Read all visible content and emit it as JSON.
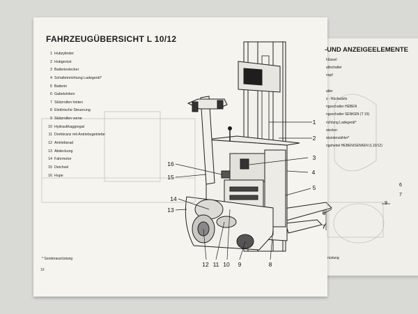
{
  "left_page": {
    "title": "FAHRZEUGÜBERSICHT L 10/12",
    "legend": [
      {
        "n": "1",
        "label": "Hubzylinder"
      },
      {
        "n": "2",
        "label": "Hubgerüst"
      },
      {
        "n": "3",
        "label": "Batteriestecker"
      },
      {
        "n": "4",
        "label": "Schalteinrichtung Ladegerät*"
      },
      {
        "n": "5",
        "label": "Batterie"
      },
      {
        "n": "6",
        "label": "Gabelzinken"
      },
      {
        "n": "7",
        "label": "Stützrollen hinten"
      },
      {
        "n": "8",
        "label": "Elektrische Steuerung"
      },
      {
        "n": "9",
        "label": "Stützrollen vorne"
      },
      {
        "n": "10",
        "label": "Hydraulikaggregat"
      },
      {
        "n": "11",
        "label": "Drehkranz mit Antriebsgetriebe"
      },
      {
        "n": "12",
        "label": "Antriebsrad"
      },
      {
        "n": "13",
        "label": "Abdeckung"
      },
      {
        "n": "14",
        "label": "Fahrmotor"
      },
      {
        "n": "15",
        "label": "Deichsel"
      },
      {
        "n": "16",
        "label": "Hupe"
      }
    ],
    "footnote": "* Sonderausrüstung",
    "page_number": "10"
  },
  "callouts": {
    "c1": "1",
    "c2": "2",
    "c3": "3",
    "c4": "4",
    "c5": "5",
    "c6": "6",
    "c7": "7",
    "c8": "8",
    "c9": "9",
    "c10": "10",
    "c11": "11",
    "c12": "12",
    "c13": "13",
    "c14": "14",
    "c15": "15",
    "c16": "16"
  },
  "right_page": {
    "title": "-UND ANZEIGEELEMENTE",
    "items": [
      "hlüssel",
      "altschalter",
      "nopf",
      "",
      "alter",
      "s - Rückwärts",
      "ngsschalter HEBEN",
      "ngsschalter SENKEN (T 16)",
      "richtung Ladegerät*",
      "stecker",
      "stundenzähler*",
      "ngshebel HEBEN/SENKEN (L10/12)"
    ],
    "footnote": "rüstung",
    "callout_9": "9",
    "callout_6": "6",
    "callout_7": "7"
  }
}
